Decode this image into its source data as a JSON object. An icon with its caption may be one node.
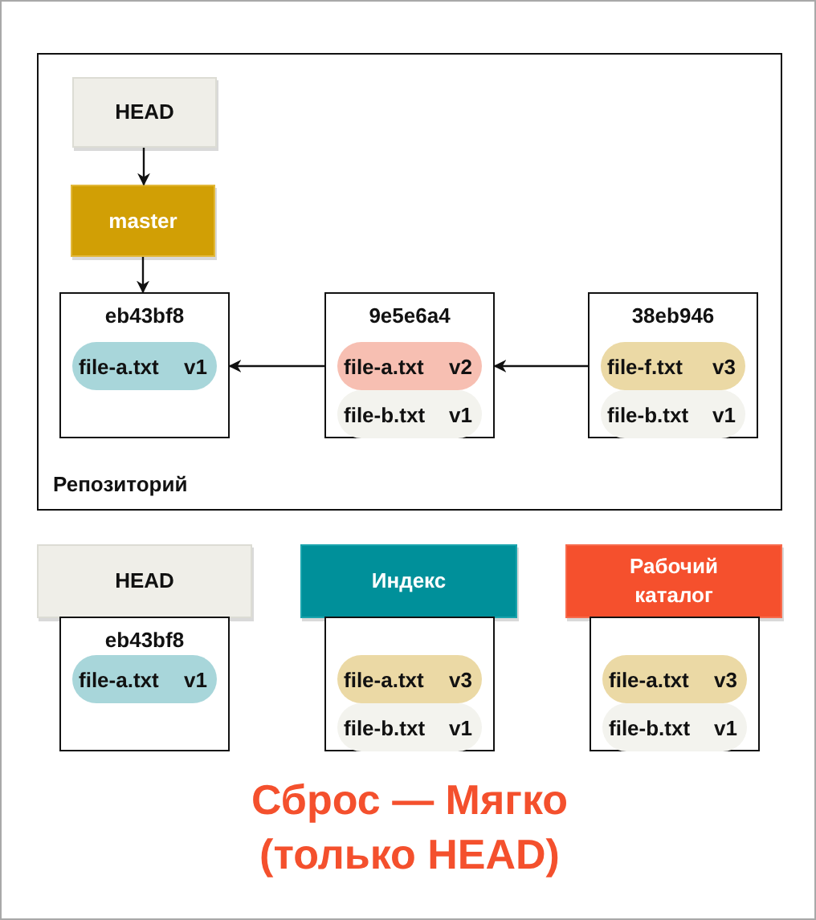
{
  "diagram": {
    "title": "Сброс — Мягко (только HEAD)",
    "nodes": [
      {
        "text": [
          "Репозиторий"
        ]
      },
      {
        "text": [
          "HEAD"
        ],
        "in": 0
      },
      {
        "text": [
          "master"
        ],
        "in": 0
      },
      {
        "text": [
          "eb43bf8"
        ],
        "in": 0
      },
      {
        "text": [
          "file-a.txt",
          "v1"
        ],
        "in": 3
      },
      {
        "text": [
          "9e5e6a4"
        ],
        "in": 0
      },
      {
        "text": [
          "file-a.txt",
          "v2"
        ],
        "in": 5
      },
      {
        "text": [
          "file-b.txt",
          "v1"
        ],
        "in": 5
      },
      {
        "text": [
          "38eb946"
        ],
        "in": 0
      },
      {
        "text": [
          "file-f.txt",
          "v3"
        ],
        "in": 8
      },
      {
        "text": [
          "file-b.txt",
          "v1"
        ],
        "in": 8
      },
      {
        "text": [
          "HEAD"
        ]
      },
      {
        "text": [
          "eb43bf8"
        ]
      },
      {
        "text": [
          "file-a.txt",
          "v1"
        ],
        "in": 12
      },
      {
        "text": [
          "Индекс"
        ]
      },
      {
        "text": [],
        "shape": "box"
      },
      {
        "text": [
          "file-a.txt",
          "v3"
        ],
        "in": 15
      },
      {
        "text": [
          "file-b.txt",
          "v1"
        ],
        "in": 15
      },
      {
        "text": [
          "Рабочий каталог"
        ]
      },
      {
        "text": [],
        "shape": "box"
      },
      {
        "text": [
          "file-a.txt",
          "v3"
        ],
        "in": 19
      },
      {
        "text": [
          "file-b.txt",
          "v1"
        ],
        "in": 19
      }
    ],
    "edges": [
      {
        "from": 1,
        "to": 2,
        "arrow": "to"
      },
      {
        "from": 2,
        "to": 3,
        "arrow": "to"
      },
      {
        "from": 5,
        "to": 3,
        "arrow": "to"
      },
      {
        "from": 8,
        "to": 5,
        "arrow": "to"
      }
    ]
  }
}
